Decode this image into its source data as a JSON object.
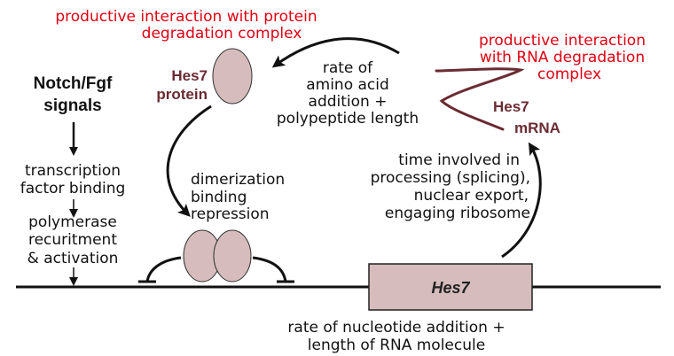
{
  "colors": {
    "red_label": "#e00012",
    "hes7_brown": "#6b2b33",
    "protein_fill": "#d6bcbc"
  },
  "protein_degradation": {
    "line1": "productive interaction with protein",
    "line2": "degradation complex"
  },
  "rna_degradation": {
    "line1": "productive interaction",
    "line2": "with RNA degradation",
    "line3": "complex"
  },
  "hes7_protein": {
    "line1": "Hes7",
    "line2": "protein"
  },
  "hes7_mrna": {
    "line1": "Hes7",
    "line2": "mRNA"
  },
  "translation": {
    "line1": "rate of",
    "line2": "amino acid",
    "line3": "addition +",
    "line4": "polypeptide length"
  },
  "signals": {
    "line1": "Notch/Fgf",
    "line2": "signals"
  },
  "tf_binding": {
    "line1": "transcription",
    "line2": "factor binding"
  },
  "polymerase": {
    "line1": "polymerase",
    "line2": "recuritment",
    "line3": "& activation"
  },
  "repression": {
    "line1": "dimerization",
    "line2": "binding",
    "line3": "repression"
  },
  "processing": {
    "line1": "time involved in",
    "line2": "processing (splicing),",
    "line3": "nuclear export,",
    "line4": "engaging ribosome"
  },
  "gene": {
    "label": "Hes7"
  },
  "transcription": {
    "line1": "rate of nucleotide addition +",
    "line2": "length of RNA molecule"
  }
}
